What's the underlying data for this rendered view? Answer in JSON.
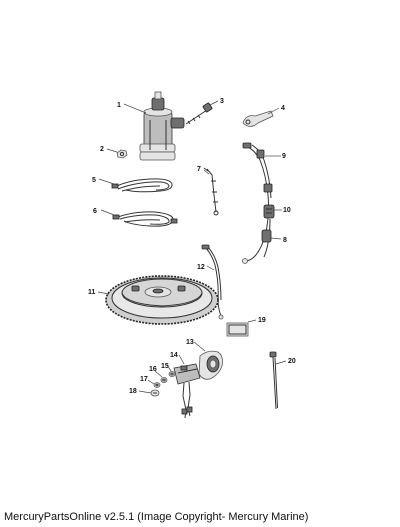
{
  "caption": "MercuryPartsOnline v2.5.1 (Image Copyright- Mercury Marine)",
  "callouts": {
    "c1": "1",
    "c2": "2",
    "c3": "3",
    "c4": "4",
    "c5": "5",
    "c6": "6",
    "c7": "7",
    "c8": "8",
    "c9": "9",
    "c10": "10",
    "c11": "11",
    "c12": "12",
    "c13": "13",
    "c14": "14",
    "c15": "15",
    "c16": "16",
    "c17": "17",
    "c18": "18",
    "c19": "19",
    "c20": "20"
  }
}
